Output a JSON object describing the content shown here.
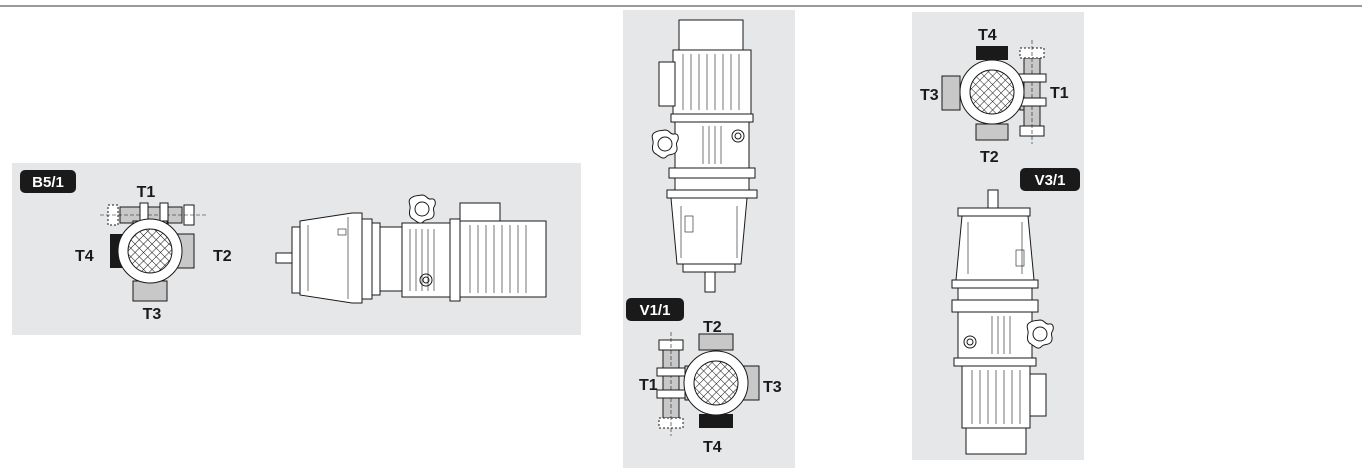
{
  "colors": {
    "panel_bg": "#e6e7e8",
    "badge_bg": "#1a1a1a",
    "badge_text": "#ffffff",
    "port_grey": "#c8c8c8",
    "port_black": "#1a1a1a"
  },
  "diagrams": [
    {
      "id": "b5",
      "badge": "B5/1",
      "labels": {
        "t1": "T1",
        "t2": "T2",
        "t3": "T3",
        "t4": "T4"
      },
      "filled_port": "T4"
    },
    {
      "id": "v1",
      "badge": "V1/1",
      "labels": {
        "t1": "T1",
        "t2": "T2",
        "t3": "T3",
        "t4": "T4"
      },
      "filled_port": "T4"
    },
    {
      "id": "v3",
      "badge": "V3/1",
      "labels": {
        "t1": "T1",
        "t2": "T2",
        "t3": "T3",
        "t4": "T4"
      },
      "filled_port": "T4"
    }
  ]
}
